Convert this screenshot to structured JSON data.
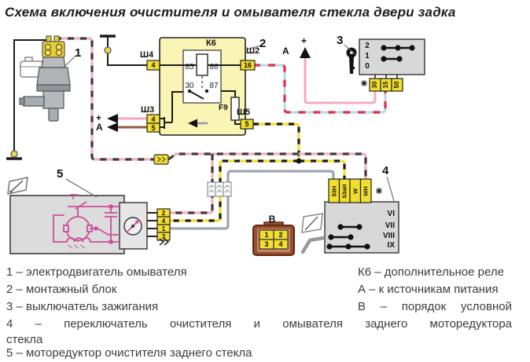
{
  "title": "Схема включения очистителя и омывателя стекла двери задка",
  "colors": {
    "block_yellow": "#faf5b4",
    "pin_yellow": "#f2de2c",
    "wire_pink": "#f4a9bb",
    "wire_brown": "#8d5b43",
    "wire_blue_base": "#b7dce9",
    "wire_red_dash": "#e12f4e",
    "wire_yellow": "#f2de2c",
    "wire_gray": "#9fa6ad",
    "washer_pink": "#f5afbe",
    "circuit_magenta": "#cb4f9a",
    "connector_brown": "#9a4f2e",
    "box_gray": "#d8d8d8"
  },
  "pump": {
    "label": "1"
  },
  "block": {
    "label": "2",
    "relay_name": "К6",
    "fuse": "F9",
    "contacts": {
      "c85": "85",
      "c86": "86",
      "c30": "30",
      "c87": "87"
    },
    "sh4": {
      "name": "Ш4",
      "pin": "4"
    },
    "sh3": {
      "name": "Ш3",
      "pin_top": "4",
      "pin_bottom": "5"
    },
    "sh2": {
      "name": "Ш2",
      "pin": "16"
    },
    "sh5": {
      "name": "Ш5",
      "pin": "5"
    }
  },
  "symbols": {
    "plus": "+",
    "a": "А"
  },
  "ignition": {
    "label": "3",
    "positions": [
      "2",
      "1",
      "0"
    ],
    "pins": [
      "30",
      "15",
      "50"
    ]
  },
  "switch4": {
    "label": "4",
    "pins": [
      "53Н",
      "53аН",
      "W",
      "WН"
    ],
    "positions": [
      "VI",
      "VII",
      "VIII",
      "IX"
    ]
  },
  "connector_b": {
    "label": "В",
    "cells": [
      "1",
      "2",
      "3",
      "4"
    ]
  },
  "motor": {
    "label": "5",
    "thermo": "Т°",
    "pins": [
      "2",
      "4",
      "1",
      "3"
    ]
  },
  "legend": {
    "row1_left": "1 – электродвигатель омывателя",
    "row1_right": "К6 – дополнительное реле",
    "row2_left": "2 – монтажный блок",
    "row2_right": "А – к источникам питания",
    "row3_left": "3 – выключатель зажигания",
    "row3_right": "В – порядок условной",
    "row4": "4 – переключатель очистителя и омывателя заднего моторедуктора",
    "row5": "стекла",
    "row6": "5 – моторедуктор очистителя заднего стекла"
  }
}
